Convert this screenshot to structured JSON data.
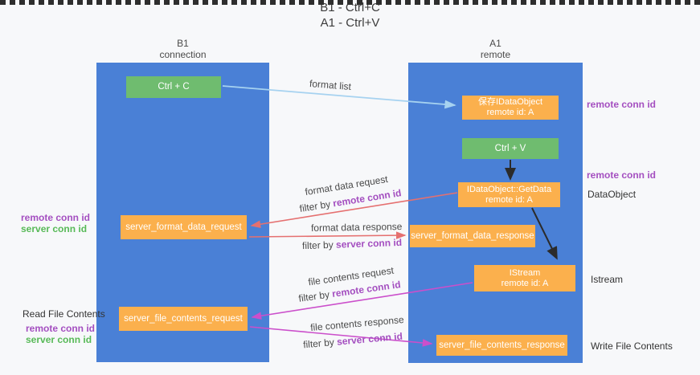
{
  "title": {
    "line1": "B1 - Ctrl+C",
    "line2": "A1 - Ctrl+V"
  },
  "lanes": {
    "left": {
      "title": "B1",
      "subtitle": "connection"
    },
    "right": {
      "title": "A1",
      "subtitle": "remote"
    }
  },
  "nodes": {
    "ctrl_c": {
      "label": "Ctrl + C"
    },
    "ctrl_v": {
      "label": "Ctrl + V"
    },
    "save_dataobject": {
      "line1": "保存IDataObject",
      "line2": "remote id: A"
    },
    "getdata": {
      "line1": "IDataObject::GetData",
      "line2": "remote id: A"
    },
    "istream": {
      "line1": "IStream",
      "line2": "remote id: A"
    },
    "format_request": {
      "label": "server_format_data_request"
    },
    "format_response": {
      "label": "server_format_data_response"
    },
    "file_request": {
      "label": "server_file_contents_request"
    },
    "file_response": {
      "label": "server_file_contents_response"
    }
  },
  "edges": {
    "format_list": {
      "label": "format list"
    },
    "format_data_request": {
      "label": "format data request",
      "filter_prefix": "filter by",
      "filter_value": "remote conn id"
    },
    "format_data_response": {
      "label": "format data response",
      "filter_prefix": "filter by",
      "filter_value": "server conn id"
    },
    "file_contents_request": {
      "label": "file contents request",
      "filter_prefix": "filter by",
      "filter_value": "remote conn id"
    },
    "file_contents_response": {
      "label": "file contents response",
      "filter_prefix": "filter by",
      "filter_value": "server conn id"
    }
  },
  "annotations": {
    "right_remote_conn_top": "remote conn id",
    "right_remote_conn_mid": "remote conn id",
    "right_dataobject": "DataObject",
    "right_istream": "Istream",
    "right_write_file": "Write File Contents",
    "left_remote_conn_1": "remote conn id",
    "left_server_conn_1": "server conn id",
    "left_read_file": "Read File Contents",
    "left_remote_conn_2": "remote conn id",
    "left_server_conn_2": "server conn id"
  },
  "colors": {
    "lane_blue": "#4a80d6",
    "node_green": "#6fbc6f",
    "node_orange": "#fbb04d",
    "arrow_lightblue": "#a6d2f0",
    "arrow_red": "#e57070",
    "arrow_magenta": "#cb4fcb",
    "arrow_black": "#2b2b2b",
    "text_purple": "#a44fc0",
    "text_green": "#57b957"
  }
}
